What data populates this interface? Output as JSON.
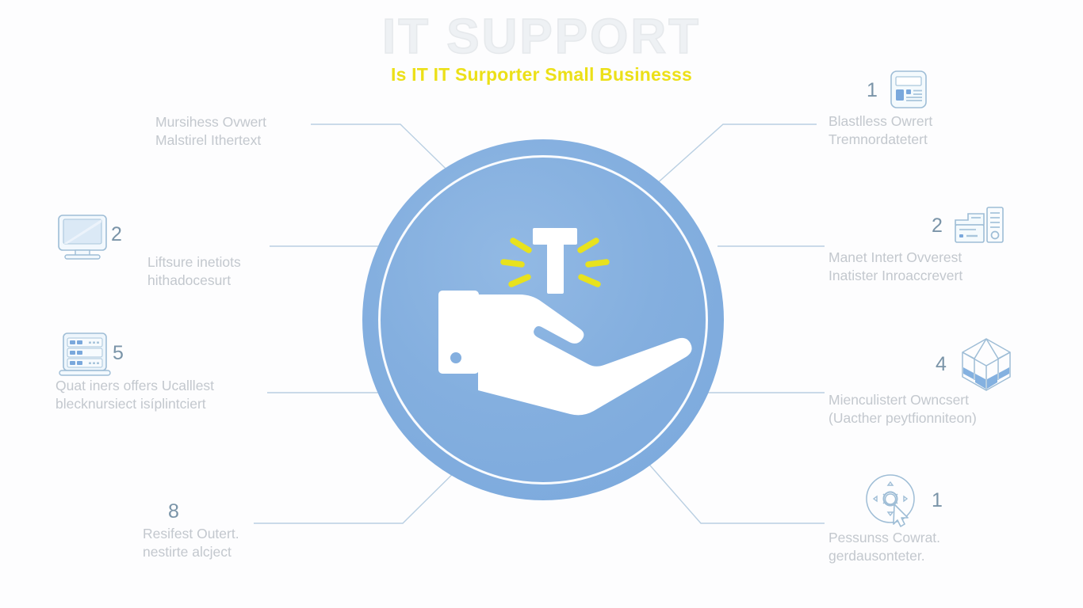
{
  "header": {
    "title": "IT SUPPORT",
    "subtitle": "Is IT IT Surporter Small Businesss",
    "title_outline_color": "#e6e9ec",
    "subtitle_color": "#ece018"
  },
  "hub": {
    "label": "T",
    "icon": "hand-holding-letter-t-icon",
    "fill_color": "#84afdf",
    "ring_color": "#ffffff",
    "spark_color": "#e8e21d"
  },
  "palette": {
    "background": "#fdfdfe",
    "line": "#b9cfe2",
    "number": "#7a94a8",
    "body_text": "#c3c8ce",
    "icon_stroke": "#9ebdd6",
    "icon_fill": "#e3eef8",
    "icon_accent": "#7aa8dc"
  },
  "nodes": [
    {
      "id": "left-top",
      "side": "left",
      "number": "",
      "icon": "",
      "text": "Mursihess Ovwert\nMalstirel Ithertext"
    },
    {
      "id": "left-mid",
      "side": "left",
      "number": "2",
      "icon": "monitor-icon",
      "text": "Liftsure inetiots\nhithadocesurt"
    },
    {
      "id": "left-lower",
      "side": "left",
      "number": "5",
      "icon": "server-rack-icon",
      "text": "Quat iners offers Ucalllest\nblecknursiect isíplintciert"
    },
    {
      "id": "left-bottom",
      "side": "left",
      "number": "8",
      "icon": "",
      "text": "Resifest Outert.\nnestirte alcject"
    },
    {
      "id": "right-top",
      "side": "right",
      "number": "1",
      "icon": "form-document-icon",
      "text": "Blastlless Owrert\nTremnordatetert"
    },
    {
      "id": "right-mid",
      "side": "right",
      "number": "2",
      "icon": "office-building-icon",
      "text": "Manet Intert Ovverest\nInatister Inroaccrevert"
    },
    {
      "id": "right-lower",
      "side": "right",
      "number": "4",
      "icon": "cube-container-icon",
      "text": "Mienculistert Owncsert\n(Uacther peytfionniteon)"
    },
    {
      "id": "right-bottom",
      "side": "right",
      "number": "1",
      "icon": "settings-cursor-icon",
      "text": "Pessunss Cowrat.\ngerdausonteter."
    }
  ]
}
